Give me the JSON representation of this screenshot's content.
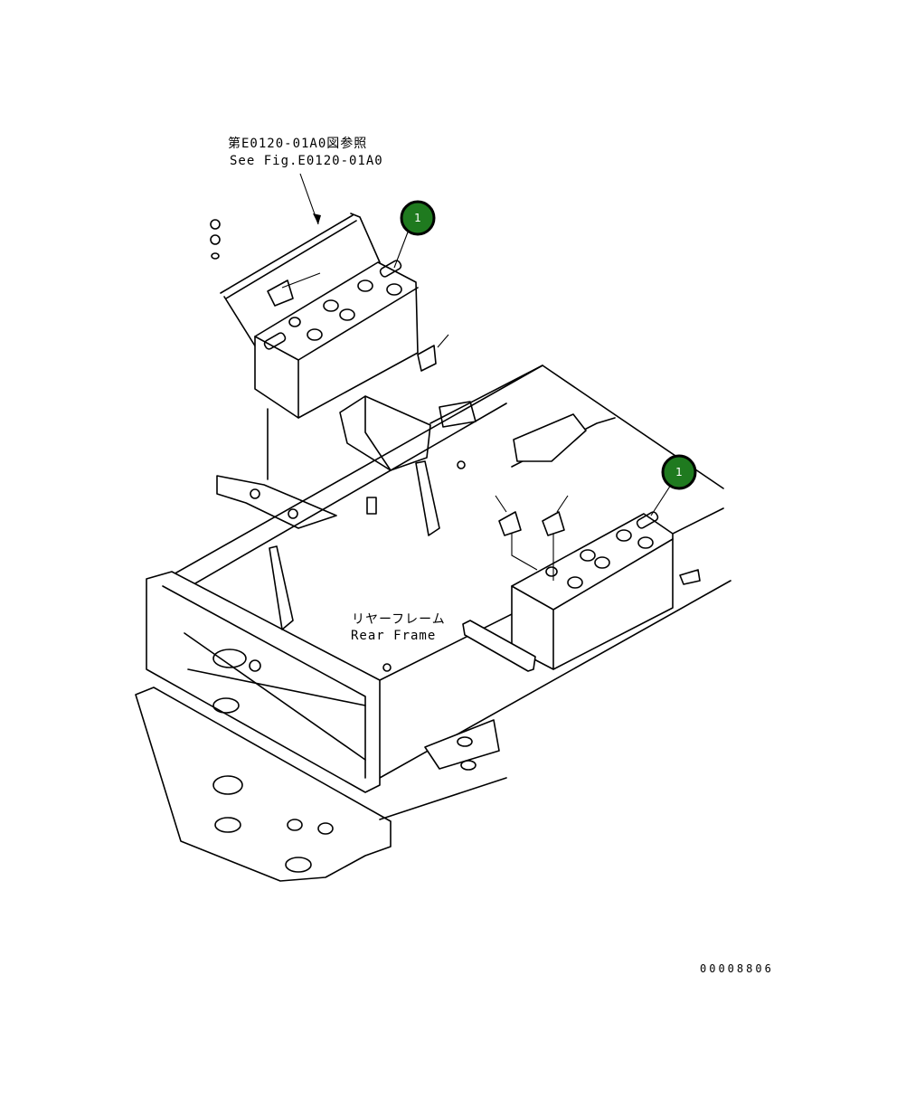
{
  "reference_note": {
    "line1": "第E0120-01A0図参照",
    "line2": "See Fig.E0120-01A0"
  },
  "frame_label": {
    "line1": "リヤーフレーム",
    "line2": "Rear Frame"
  },
  "callouts": [
    {
      "label": "1"
    },
    {
      "label": "1"
    }
  ],
  "figure_number": "00008806",
  "colors": {
    "callout_fill": "#1f7a1f",
    "line": "#000000",
    "background": "#ffffff"
  }
}
